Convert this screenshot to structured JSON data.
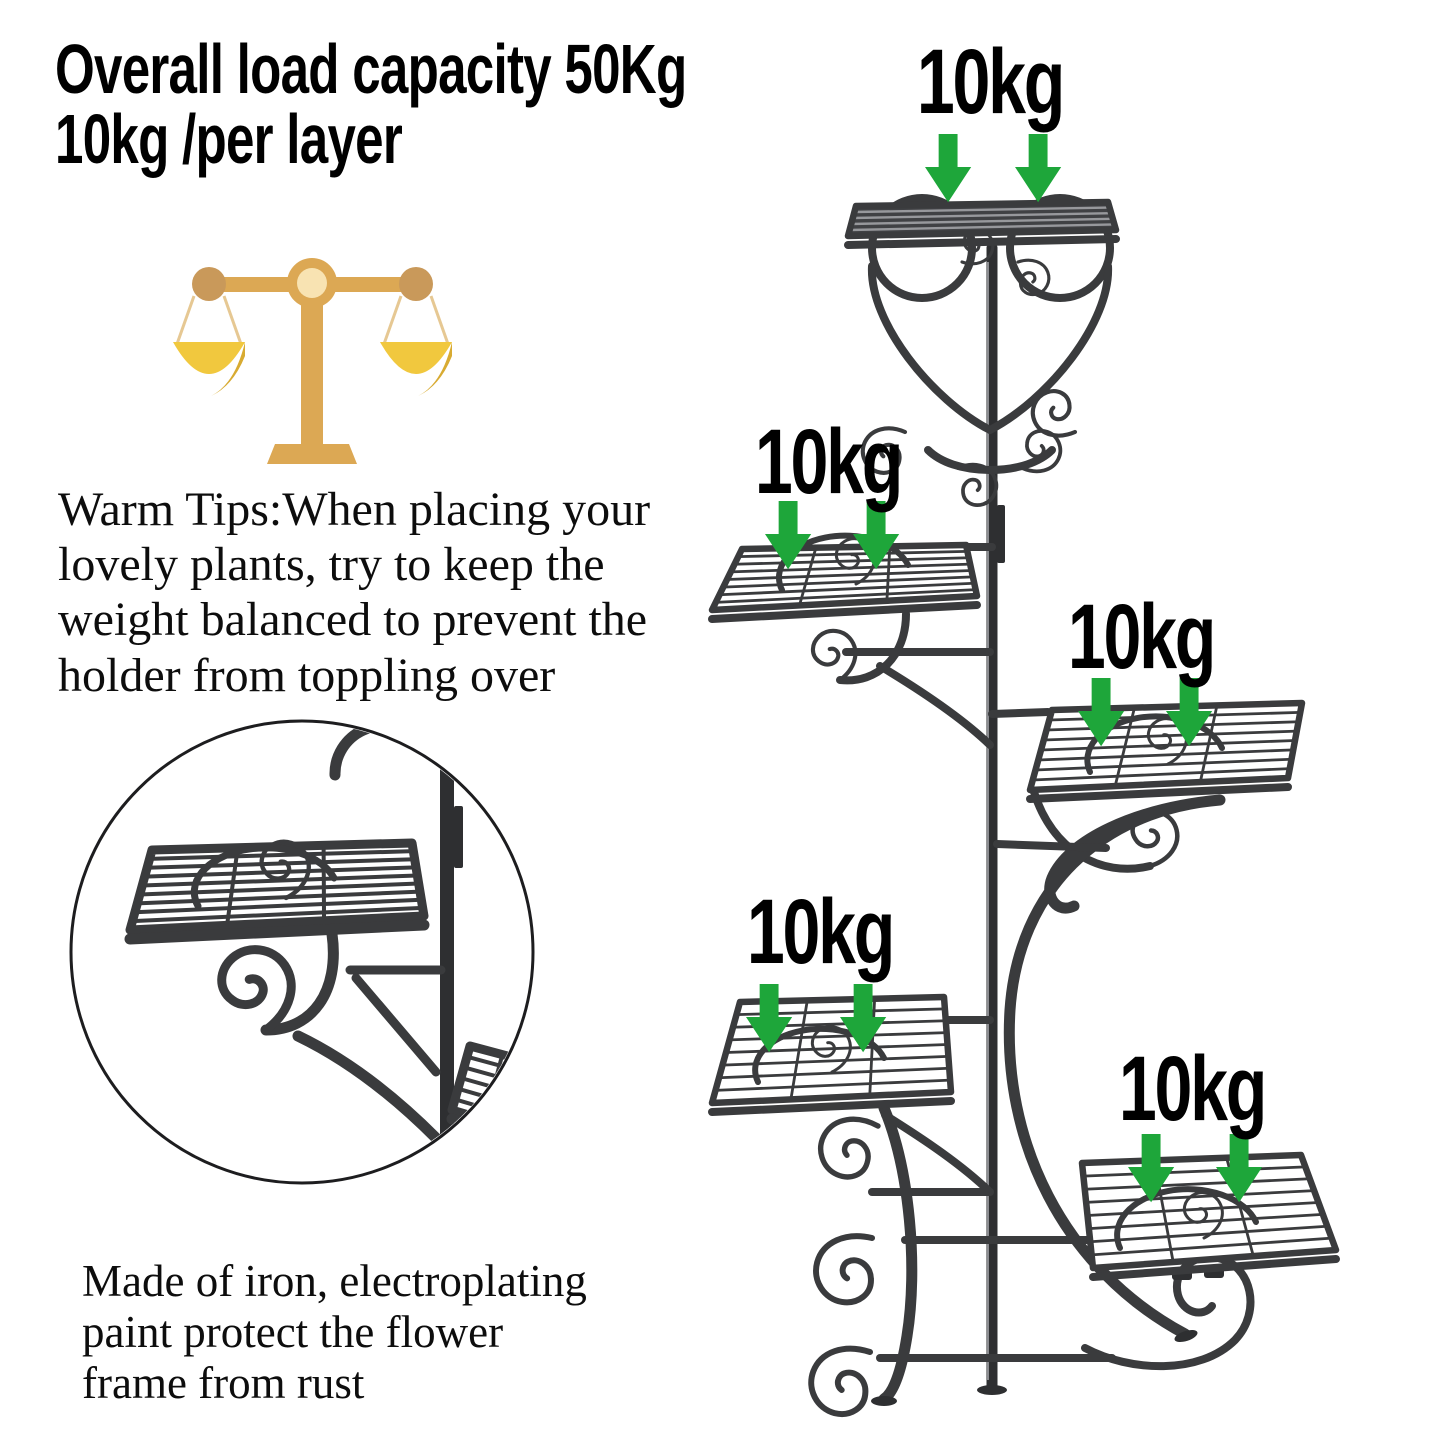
{
  "title": {
    "lines": [
      "Overall load capacity 50Kg",
      "10kg /per layer"
    ]
  },
  "warm_tips": {
    "lines": [
      "Warm Tips:When placing your",
      "lovely plants, try to keep the",
      "weight balanced to prevent the",
      "holder from toppling over"
    ]
  },
  "material_note": {
    "lines": [
      "Made of iron, electroplating",
      "paint protect the flower",
      "frame from rust"
    ]
  },
  "weight_labels": [
    {
      "text": "10kg"
    },
    {
      "text": "10kg"
    },
    {
      "text": "10kg"
    },
    {
      "text": "10kg"
    },
    {
      "text": "10kg"
    }
  ],
  "icons": {
    "balance_scale": "balance-scale",
    "down_arrow": "▼"
  },
  "colors": {
    "arrow_green": "#1ea63a",
    "metal_dark": "#3a3b3d",
    "metal_deep": "#2e2f31",
    "text_black": "#000000",
    "scale_gold": "#dca854",
    "scale_knob": "#c9995a",
    "scale_pan_yellow": "#f1c83e",
    "scale_pan_shade": "#d8ab32",
    "scale_string": "#e6c893",
    "scale_center": "#f8e3b2"
  }
}
